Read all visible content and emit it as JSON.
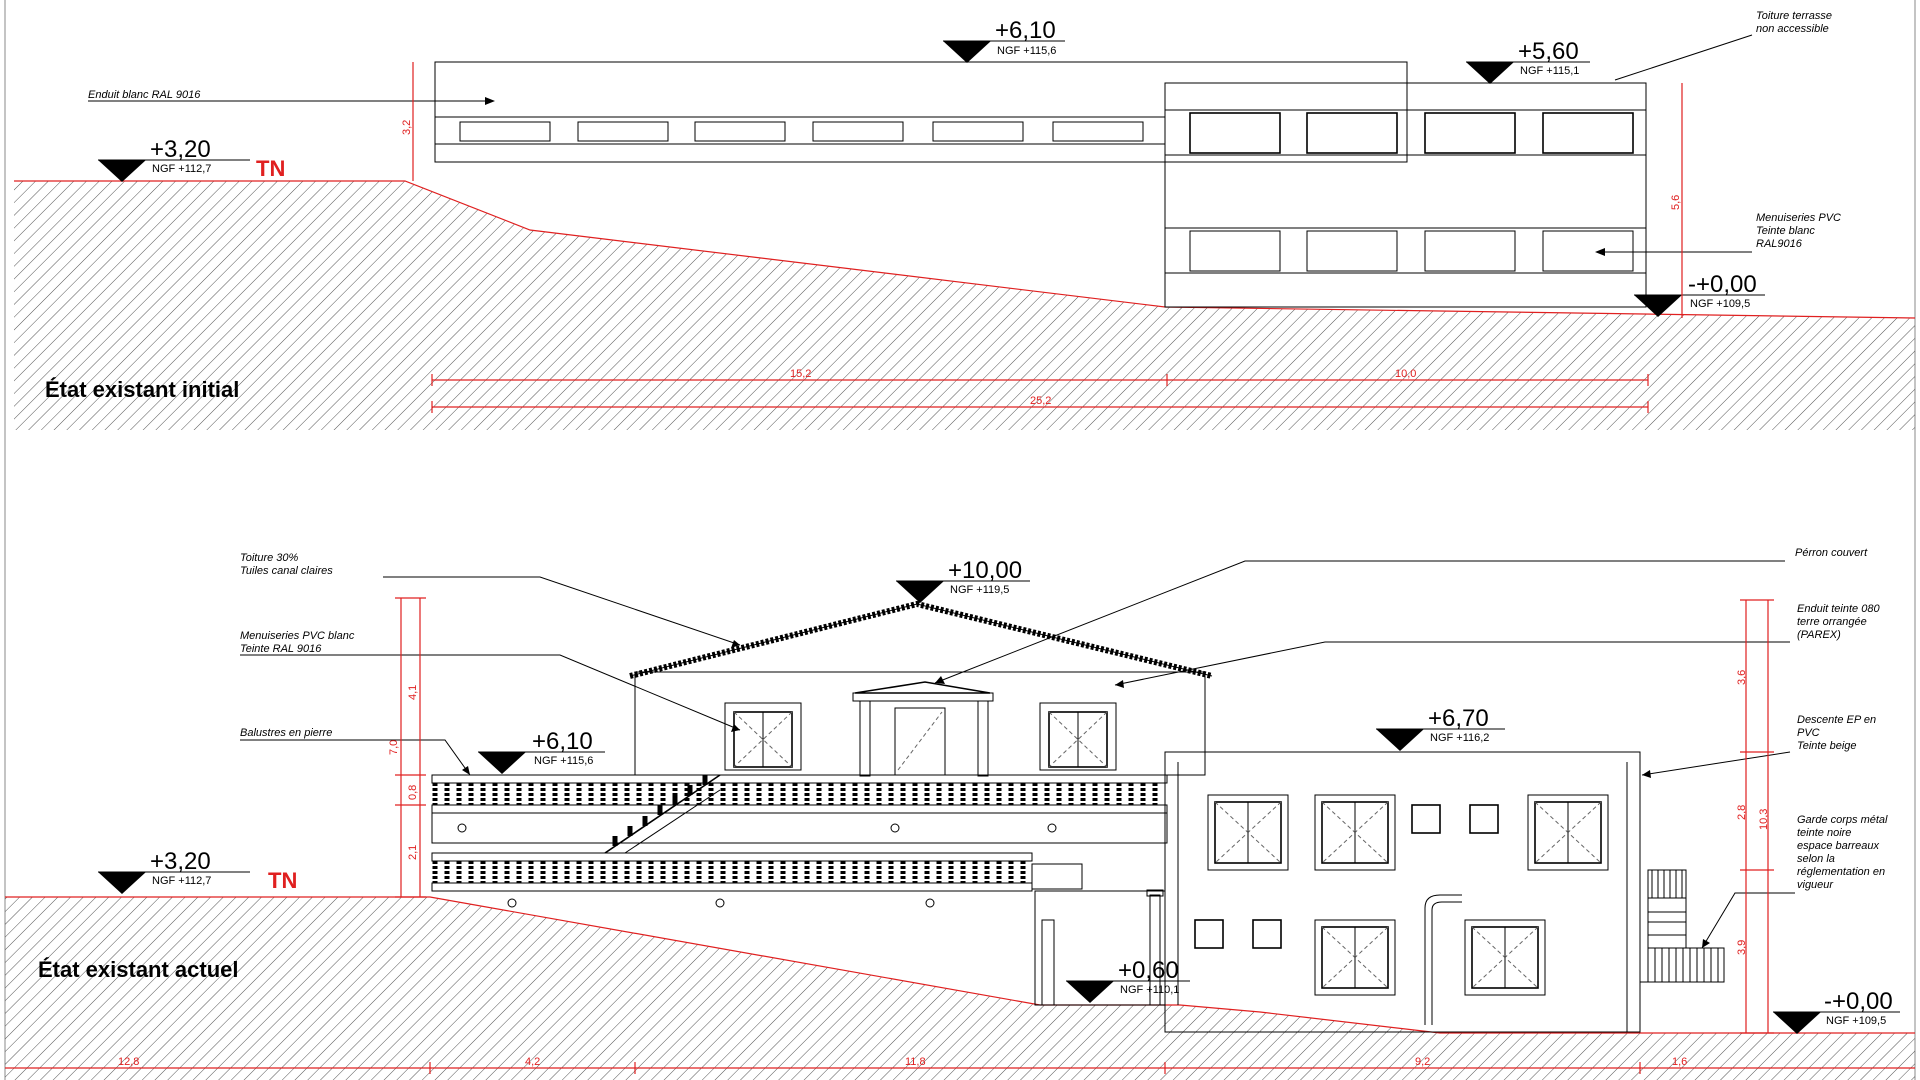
{
  "sections": {
    "initial": {
      "title": "État existant initial",
      "tn": "TN",
      "levels": [
        {
          "value": "+3,20",
          "ngf": "NGF +112,7"
        },
        {
          "value": "+6,10",
          "ngf": "NGF +115,6"
        },
        {
          "value": "+5,60",
          "ngf": "NGF +115,1"
        },
        {
          "value": "-+0,00",
          "ngf": "NGF +109,5"
        }
      ],
      "notes": {
        "enduit": "Enduit blanc RAL 9016",
        "toiture_1": "Toiture terrasse",
        "toiture_2": "non accessible",
        "menuiseries_1": "Menuiseries PVC",
        "menuiseries_2": "Teinte blanc",
        "menuiseries_3": "RAL9016"
      },
      "dims": {
        "h_left": "3,2",
        "h_right": "5,6",
        "w1": "15,2",
        "w2": "10,0",
        "total": "25,2"
      }
    },
    "actuel": {
      "title": "État existant actuel",
      "tn": "TN",
      "levels": [
        {
          "value": "+3,20",
          "ngf": "NGF +112,7"
        },
        {
          "value": "+10,00",
          "ngf": "NGF +119,5"
        },
        {
          "value": "+6,10",
          "ngf": "NGF +115,6"
        },
        {
          "value": "+6,70",
          "ngf": "NGF +116,2"
        },
        {
          "value": "+0,60",
          "ngf": "NGF +110,1"
        },
        {
          "value": "-+0,00",
          "ngf": "NGF +109,5"
        }
      ],
      "notes": {
        "toiture_1": "Toiture 30%",
        "toiture_2": "Tuiles canal claires",
        "menuiseries_1": "Menuiseries PVC blanc",
        "menuiseries_2": "Teinte RAL 9016",
        "balustres": "Balustres en pierre",
        "perron": "Pérron couvert",
        "enduit_1": "Enduit teinte 080",
        "enduit_2": "terre orrangée",
        "enduit_3": "(PAREX)",
        "descente_1": "Descente EP en",
        "descente_2": "PVC",
        "descente_3": "Teinte beige",
        "garde_1": "Garde corps métal",
        "garde_2": "teinte noire",
        "garde_3": "espace barreaux",
        "garde_4": "selon la",
        "garde_5": "réglementation en",
        "garde_6": "vigueur"
      },
      "dims": {
        "v1": "4,1",
        "v2": "7,0",
        "v3": "0,8",
        "v4": "2,1",
        "r1": "3,6",
        "r2": "2,8",
        "r3": "10,3",
        "r4": "3,9",
        "b1": "12,8",
        "b2": "4,2",
        "b3": "11,8",
        "b4": "9,2",
        "b5": "1,6"
      }
    }
  }
}
